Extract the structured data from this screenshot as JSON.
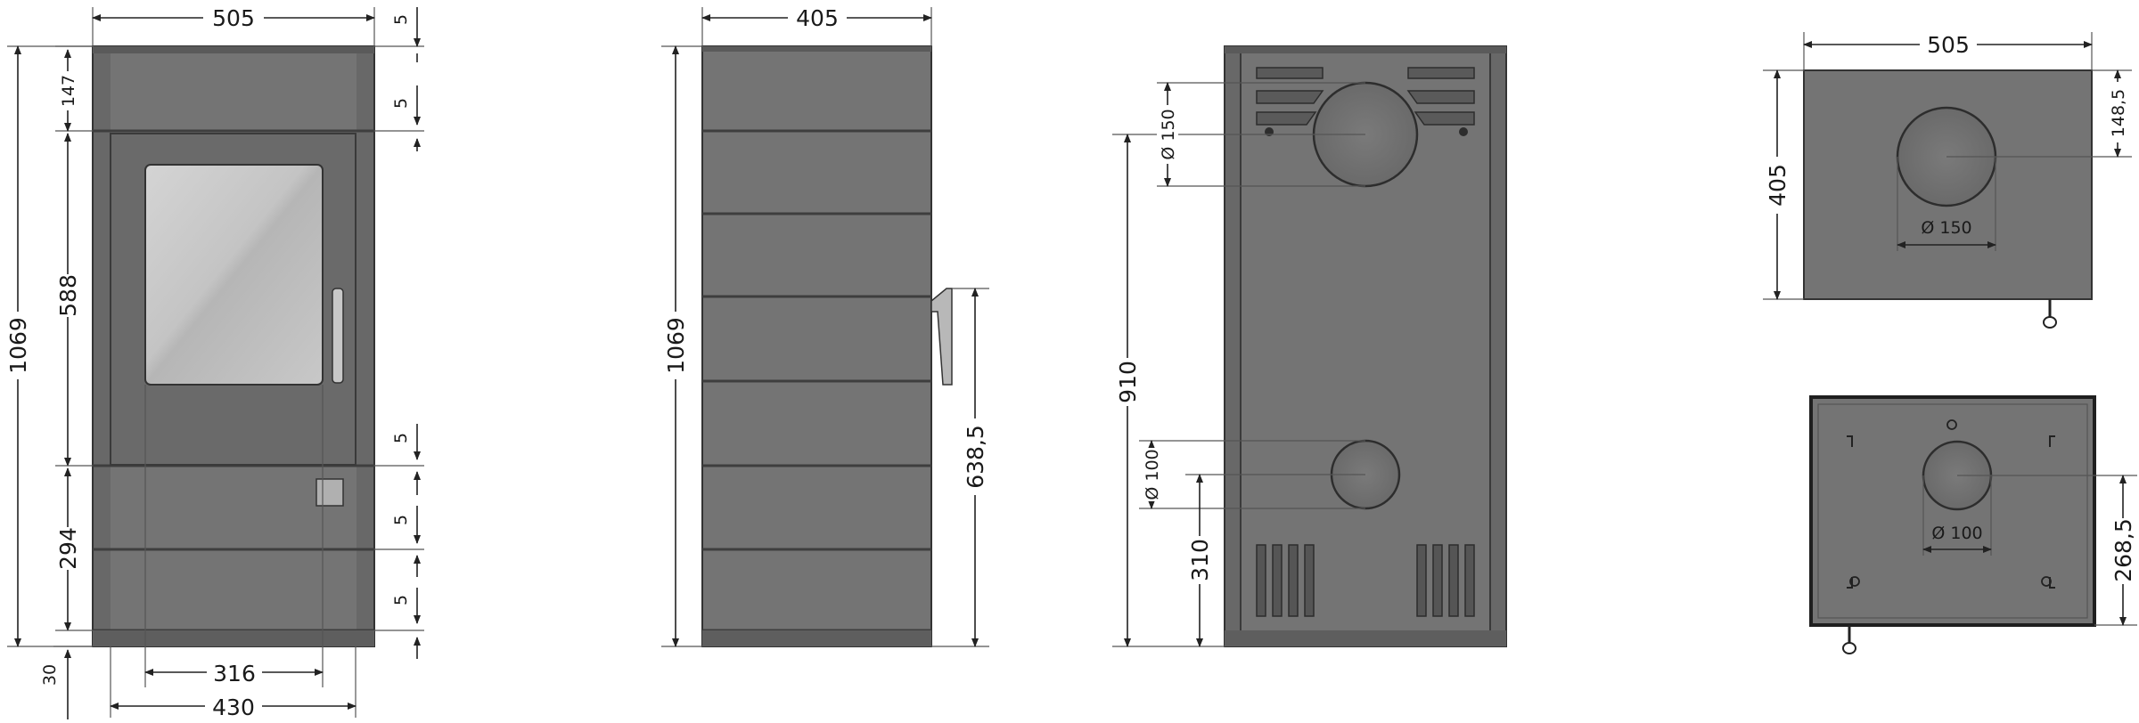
{
  "colors": {
    "body": "#747474",
    "body_dark": "#5e5e5e",
    "glass": "#c2c2c2",
    "line": "#222222",
    "background": "#ffffff"
  },
  "front_view": {
    "width_top": "505",
    "height_total": "1069",
    "top_panel": "147",
    "gap_top": "5",
    "gap_upper": "5",
    "door_height": "588",
    "gap_mid": "5",
    "gap_mid2": "5",
    "lower_panel": "294",
    "gap_bottom": "5",
    "glass_width": "316",
    "door_width": "430",
    "plinth": "30"
  },
  "side_view": {
    "depth": "405",
    "height_total": "1069",
    "handle_height": "638,5"
  },
  "rear_view": {
    "flue_diameter": "Ø 150",
    "height_flue_center": "910",
    "air_diameter": "Ø 100",
    "height_air_center": "310"
  },
  "top_view": {
    "width": "505",
    "depth": "405",
    "flue_offset": "148,5",
    "flue_diameter": "Ø 150"
  },
  "bottom_view": {
    "air_diameter": "Ø 100",
    "air_offset": "268,5"
  },
  "icons": [
    "dimension-arrow",
    "door-handle",
    "ash-flap",
    "flue-outlet",
    "air-inlet",
    "adjustable-foot"
  ]
}
